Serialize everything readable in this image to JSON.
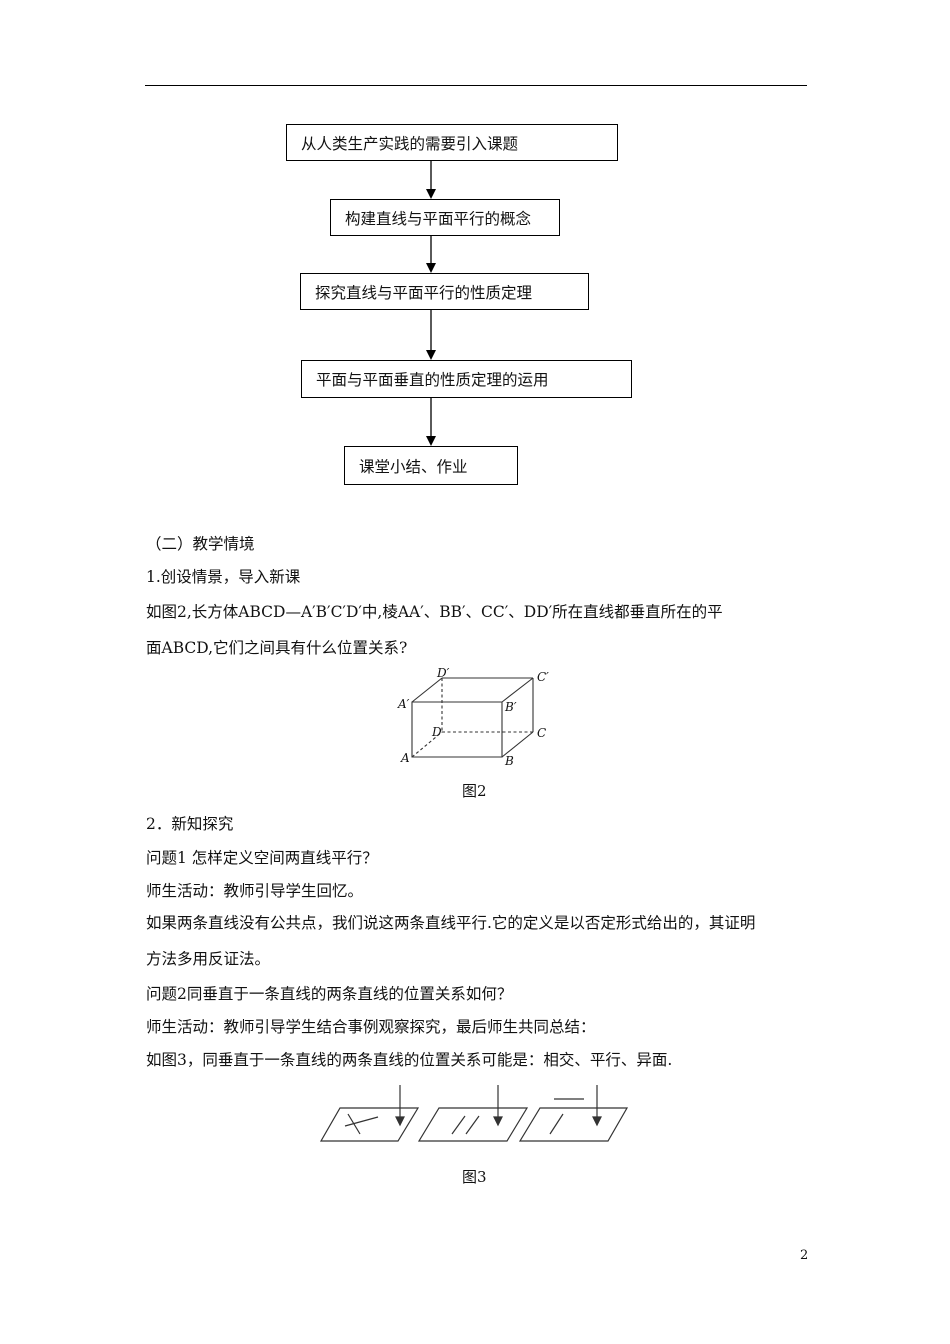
{
  "flowchart": {
    "steps": [
      "从人类生产实践的需要引入课题",
      "构建直线与平面平行的概念",
      "探究直线与平面平行的性质定理",
      "平面与平面垂直的性质定理的运用",
      "课堂小结、作业"
    ]
  },
  "section": {
    "heading": "（二）教学情境",
    "item1_title": "1.创设情景，导入新课",
    "para1_line1": "如图2,长方体ABCD—A′B′C′D′中,棱AA′、BB′、CC′、DD′所在直线都垂直所在的平",
    "para1_line2": "面ABCD,它们之间具有什么位置关系?",
    "figure2": {
      "labels": {
        "D_prime": "D′",
        "C_prime": "C′",
        "A_prime": "A′",
        "B_prime": "B′",
        "D": "D",
        "C": "C",
        "A": "A",
        "B": "B"
      },
      "caption": "图2"
    },
    "item2_title": "2．新知探究",
    "q1": "问题1 怎样定义空间两直线平行？",
    "activity1": "师生活动：教师引导学生回忆。",
    "para2_line1": "如果两条直线没有公共点，我们说这两条直线平行.它的定义是以否定形式给出的，其证明",
    "para2_line2": "方法多用反证法。",
    "q2": "问题2同垂直于一条直线的两条直线的位置关系如何？",
    "activity2": "师生活动：教师引导学生结合事例观察探究，最后师生共同总结：",
    "para3": "如图3，同垂直于一条直线的两条直线的位置关系可能是：相交、平行、异面.",
    "figure3": {
      "caption": "图3"
    }
  },
  "page_number": "2"
}
